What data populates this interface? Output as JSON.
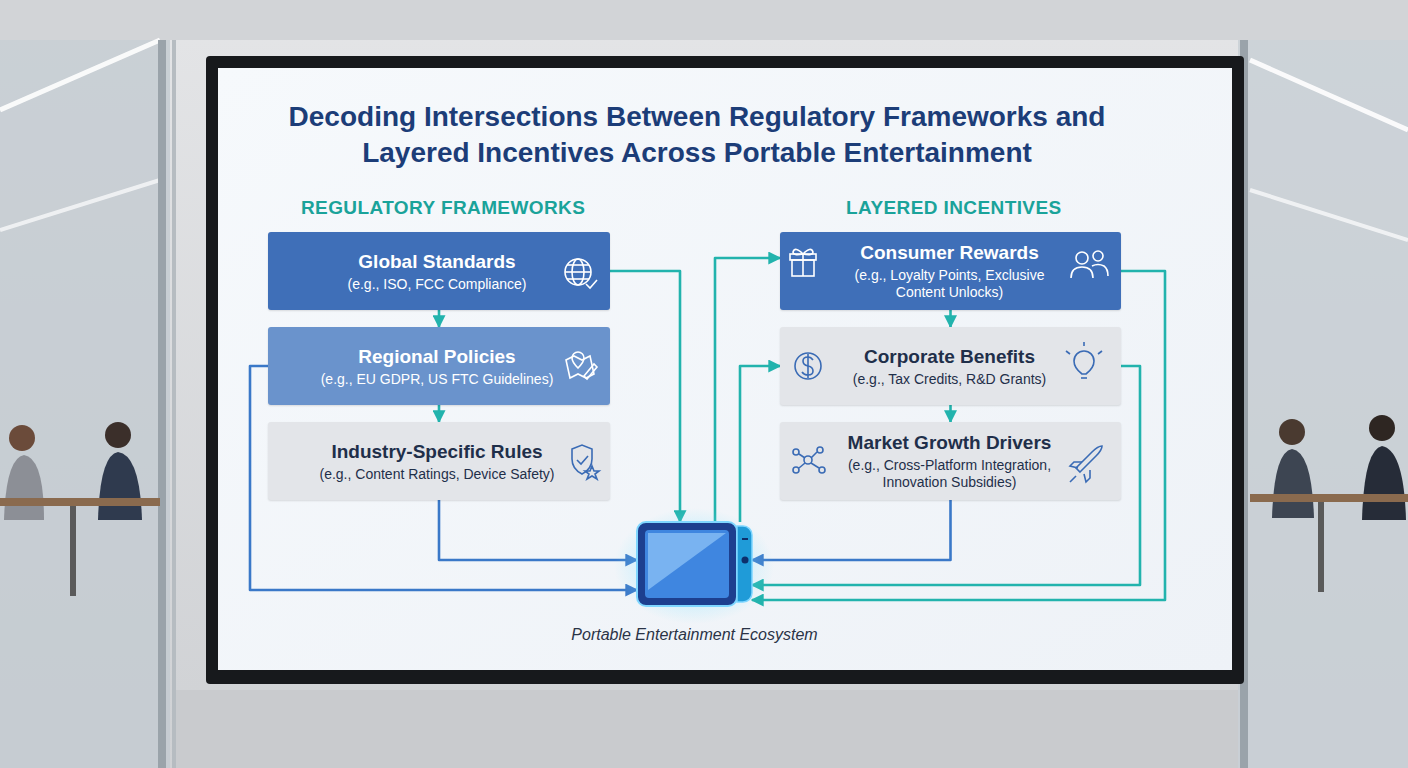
{
  "diagram": {
    "title": "Decoding Intersections Between Regulatory Frameworks and Layered Incentives Across Portable Entertainment",
    "nodes": [
      {
        "text": [
          "Global Standards",
          "(e.g., ISO, FCC Compliance)"
        ]
      },
      {
        "text": [
          "Regional Policies",
          "(e.g., EU GDPR, US FTC Guidelines)"
        ]
      },
      {
        "text": [
          "Industry-Specific Rules",
          "(e.g., Content Ratings, Device Safety)"
        ]
      },
      {
        "text": [
          "Consumer Rewards",
          "(e.g., Loyalty Points, Exclusive Content Unlocks)"
        ]
      },
      {
        "text": [
          "Corporate Benefits",
          "(e.g., Tax Credits, R&D Grants)"
        ]
      },
      {
        "text": [
          "Market Growth Drivers",
          "(e.g., Cross-Platform Integration, Innovation Subsidies)"
        ]
      },
      {
        "text": [
          "Portable Entertainment Ecosystem"
        ]
      }
    ],
    "edges": [
      {
        "from": 0,
        "to": 1,
        "arrow": "to"
      },
      {
        "from": 1,
        "to": 2,
        "arrow": "to"
      },
      {
        "from": 3,
        "to": 4,
        "arrow": "to"
      },
      {
        "from": 4,
        "to": 5,
        "arrow": "to"
      },
      {
        "from": 0,
        "to": 6,
        "arrow": "to"
      },
      {
        "from": 1,
        "to": 6,
        "arrow": "to"
      },
      {
        "from": 2,
        "to": 6,
        "arrow": "to"
      },
      {
        "from": 6,
        "to": 3,
        "arrow": "to"
      },
      {
        "from": 6,
        "to": 4,
        "arrow": "to"
      },
      {
        "from": 3,
        "to": 6,
        "arrow": "to"
      },
      {
        "from": 4,
        "to": 6,
        "arrow": "to"
      },
      {
        "from": 5,
        "to": 6,
        "arrow": "to"
      }
    ],
    "labels": [
      "REGULATORY FRAMEWORKS",
      "LAYERED INCENTIVES"
    ]
  }
}
